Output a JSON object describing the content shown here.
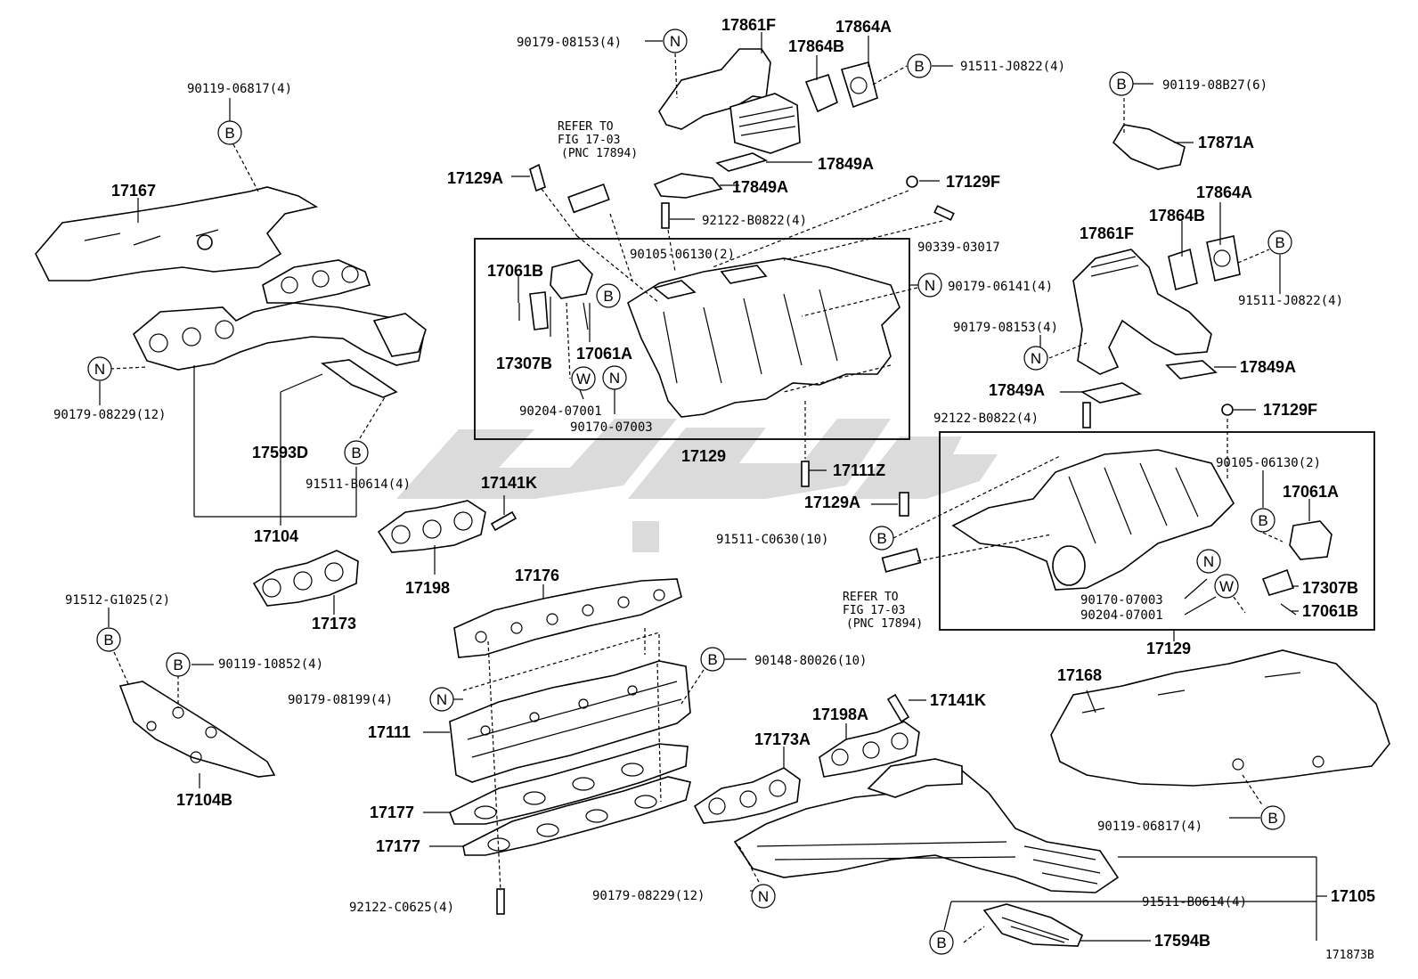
{
  "figure_id": "171873B",
  "refer_note": {
    "line1": "REFER TO",
    "line2": "FIG 17-03",
    "line3": "(PNC 17894)"
  },
  "codes": [
    "B",
    "N",
    "W"
  ],
  "labels": {
    "p90119_06817_a": "90119-06817(4)",
    "p17167": "17167",
    "p90179_08229_a": "90179-08229(12)",
    "p17593D": "17593D",
    "p91511_B0614_a": "91511-B0614(4)",
    "p17104": "17104",
    "p17198": "17198",
    "p17141K_a": "17141K",
    "p17173": "17173",
    "p91512_G1025": "91512-G1025(2)",
    "p90119_10852": "90119-10852(4)",
    "p17104B": "17104B",
    "p90179_08153_a": "90179-08153(4)",
    "p17861F_a": "17861F",
    "p17864A_a": "17864A",
    "p17864B_a": "17864B",
    "p91511_J0822_a": "91511-J0822(4)",
    "p17849A_a": "17849A",
    "p17849A_b": "17849A",
    "p17129A_a": "17129A",
    "p92122_B0822_a": "92122-B0822(4)",
    "p17129F_a": "17129F",
    "p90339_03017": "90339-03017",
    "p90105_06130_a": "90105-06130(2)",
    "p17061B_a": "17061B",
    "p90179_06141": "90179-06141(4)",
    "p17307B_a": "17307B",
    "p17061A_a": "17061A",
    "p90204_07001_a": "90204-07001",
    "p90170_07003_a": "90170-07003",
    "p17129_a": "17129",
    "p17111Z": "17111Z",
    "p17129A_b": "17129A",
    "p91511_C0630": "91511-C0630(10)",
    "p17176": "17176",
    "p90179_08199": "90179-08199(4)",
    "p90148_80026": "90148-80026(10)",
    "p17111": "17111",
    "p17177_a": "17177",
    "p17177_b": "17177",
    "p92122_C0625": "92122-C0625(4)",
    "p90119_08B27": "90119-08B27(6)",
    "p17871A": "17871A",
    "p17864A_b": "17864A",
    "p17864B_b": "17864B",
    "p17861F_b": "17861F",
    "p91511_J0822_b": "91511-J0822(4)",
    "p90179_08153_b": "90179-08153(4)",
    "p17849A_c": "17849A",
    "p17849A_d": "17849A",
    "p92122_B0822_b": "92122-B0822(4)",
    "p17129F_b": "17129F",
    "p90105_06130_b": "90105-06130(2)",
    "p17061A_b": "17061A",
    "p17307B_b": "17307B",
    "p17061B_b": "17061B",
    "p90170_07003_b": "90170-07003",
    "p90204_07001_b": "90204-07001",
    "p17129_b": "17129",
    "p17168": "17168",
    "p90119_06817_b": "90119-06817(4)",
    "p17141K_b": "17141K",
    "p17198A": "17198A",
    "p17173A": "17173A",
    "p90179_08229_b": "90179-08229(12)",
    "p91511_B0614_b": "91511-B0614(4)",
    "p17105": "17105",
    "p17594B": "17594B"
  }
}
